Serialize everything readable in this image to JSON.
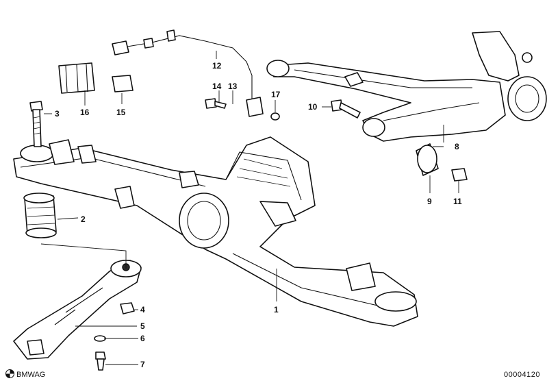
{
  "callouts": {
    "c1": "1",
    "c2": "2",
    "c3": "3",
    "c4": "4",
    "c5": "5",
    "c6": "6",
    "c7": "7",
    "c8": "8",
    "c9": "9",
    "c10": "10",
    "c11": "11",
    "c12": "12",
    "c13": "13",
    "c14": "14",
    "c15": "15",
    "c16": "16",
    "c17": "17"
  },
  "footer": {
    "brand": "BMWAG",
    "diagram_number": "00004120"
  }
}
